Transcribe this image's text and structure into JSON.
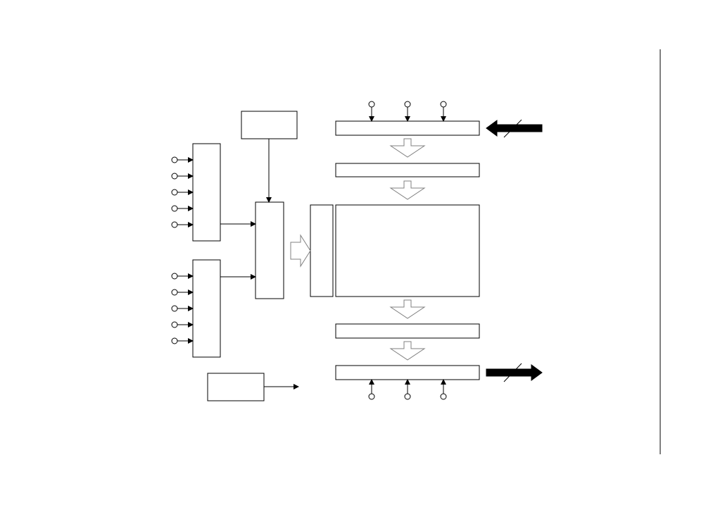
{
  "diagram": {
    "title": "",
    "colors": {
      "stroke": "#000000",
      "fill": "#ffffff",
      "hollow_arrow": "#808080"
    },
    "left_upper_inputs": 5,
    "left_lower_inputs": 5,
    "top_bar_inputs": 3,
    "bottom_bar_inputs": 3
  }
}
